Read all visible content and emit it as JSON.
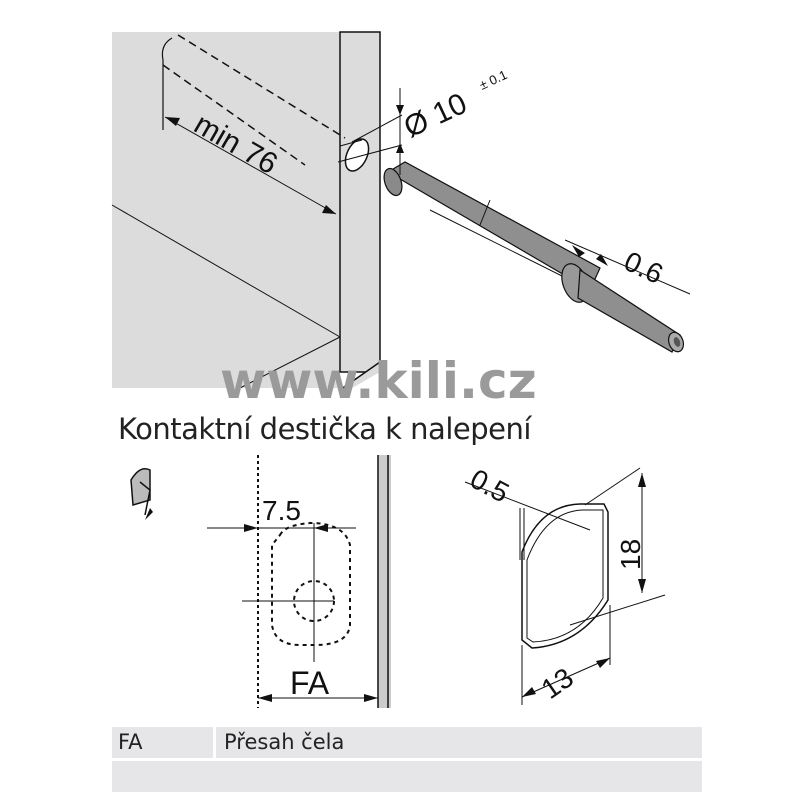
{
  "top_drawing": {
    "dim_length": "min 76",
    "dim_diameter": "Ø 10",
    "dim_diameter_tolerance": "± 0.1",
    "dim_gap": "0.6",
    "watermark": "www.kili.cz"
  },
  "section_title": "Kontaktní destička k nalepení",
  "bottom_drawing": {
    "dim_offset": "7.5",
    "dim_fa": "FA",
    "dim_thickness": "0.5",
    "dim_height": "18",
    "dim_width": "13"
  },
  "legend_table": {
    "rows": [
      {
        "code": "FA",
        "description": "Přesah čela"
      },
      {
        "code": "",
        "description": ""
      }
    ]
  },
  "colors": {
    "panel_gray": "#dcdcdd",
    "pin_gray": "#8f8f8f",
    "watermark": "#9a9a9a"
  }
}
